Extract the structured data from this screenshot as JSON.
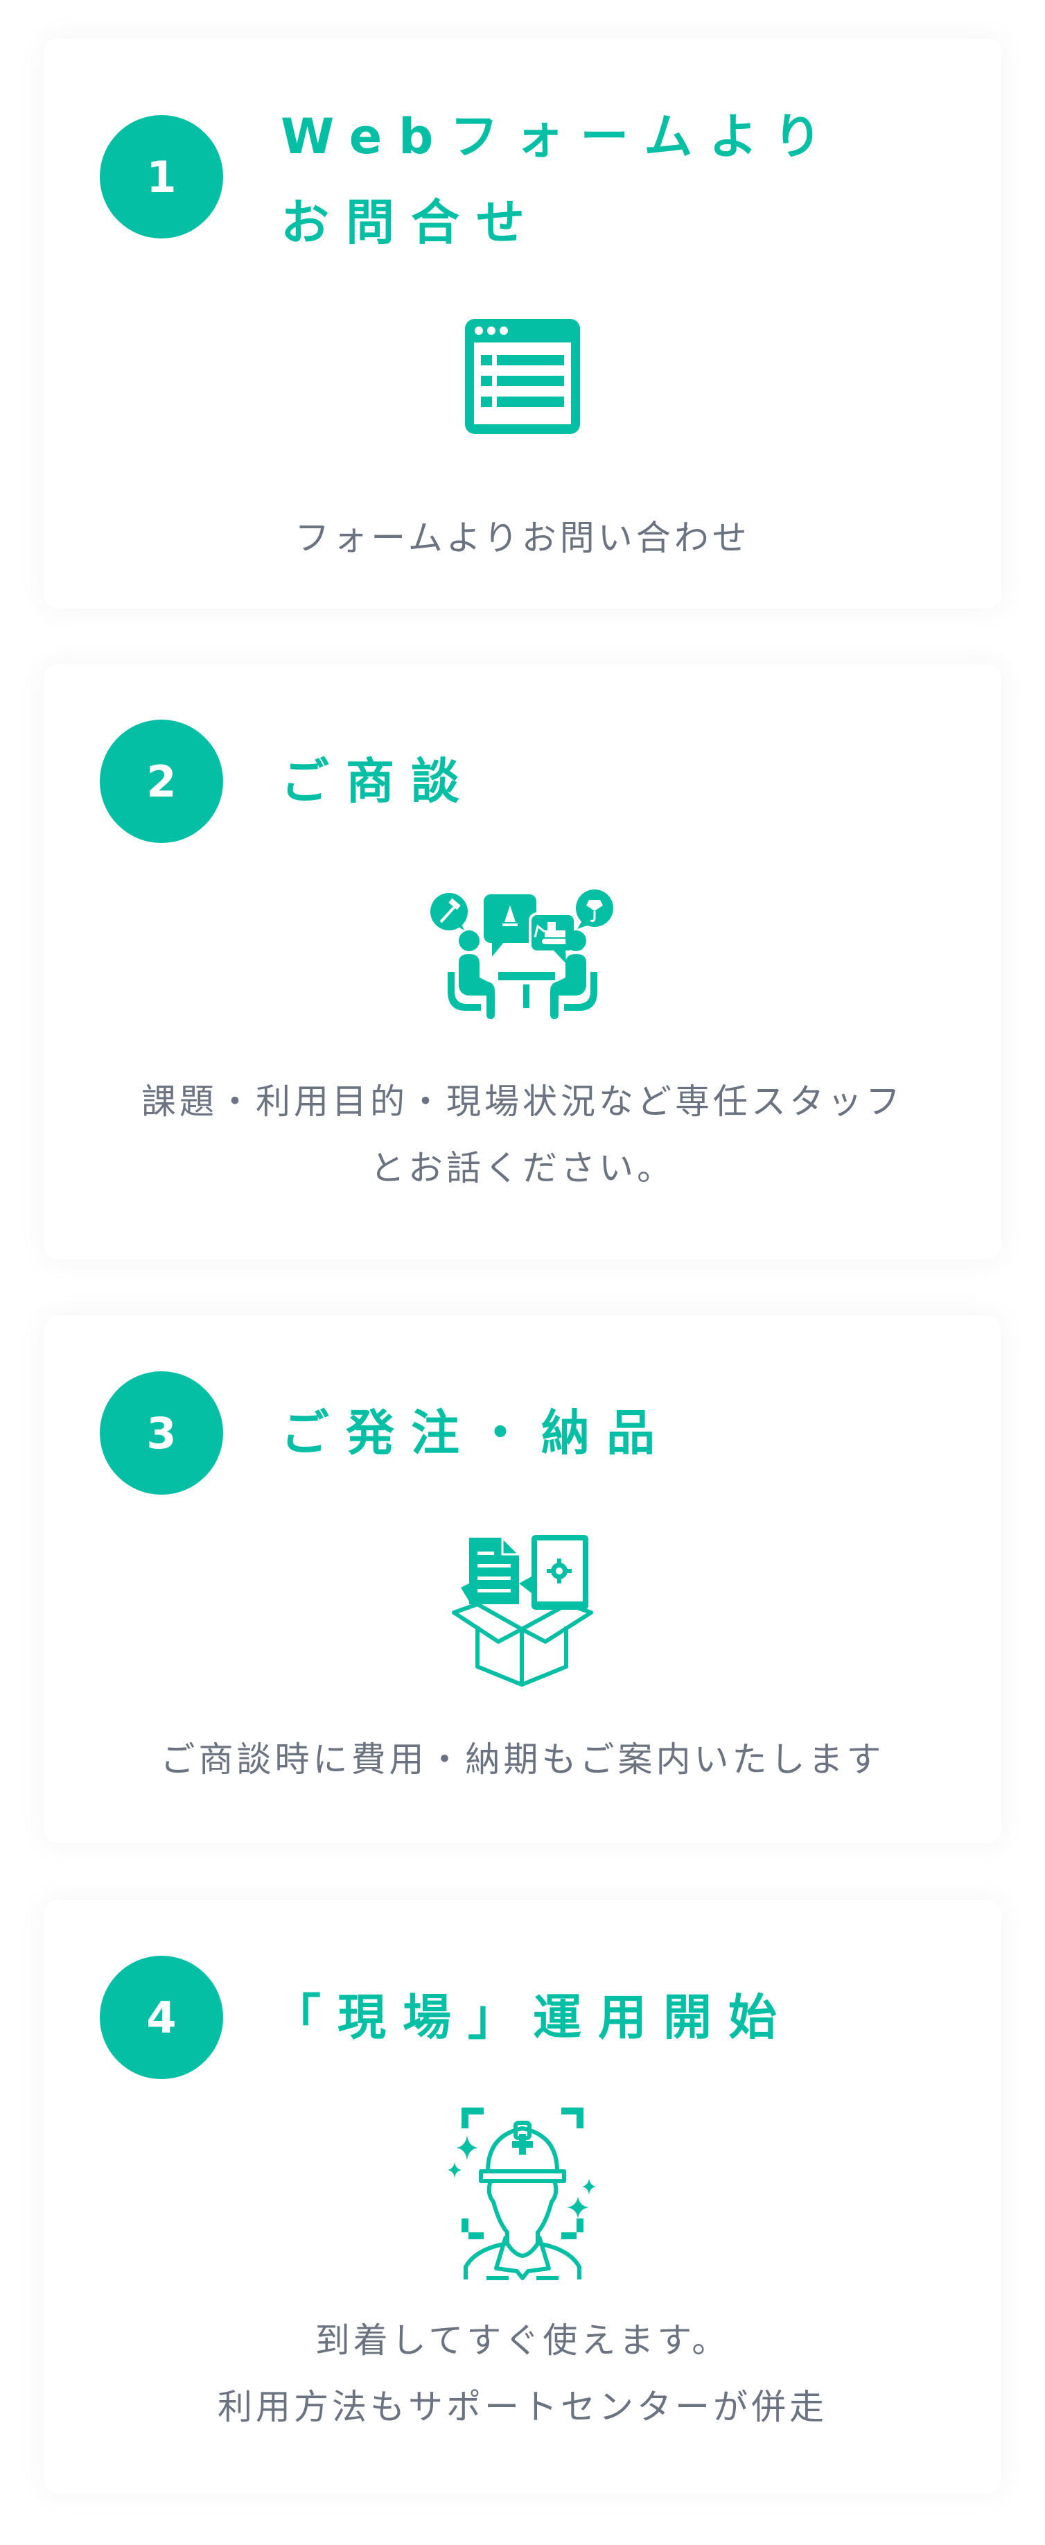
{
  "theme": {
    "accent": "#05bfa5",
    "text_gray": "#6b7280",
    "card_bg": "#ffffff"
  },
  "steps": [
    {
      "number": "1",
      "title": "Webフォームよりお問合せ",
      "icon": "web-form-icon",
      "description_lines": [
        "フォームよりお問い合わせ"
      ]
    },
    {
      "number": "2",
      "title": "ご商談",
      "icon": "meeting-icon",
      "description_lines": [
        "課題・利用目的・現場状況など専任スタッフ",
        "とお話ください。"
      ]
    },
    {
      "number": "3",
      "title": "ご発注・納品",
      "icon": "order-delivery-box-icon",
      "description_lines": [
        "ご商談時に費用・納期もご案内いたします"
      ]
    },
    {
      "number": "4",
      "title": "「現場」運用開始",
      "icon": "construction-worker-icon",
      "description_lines": [
        "到着してすぐ使えます。",
        "利用方法もサポートセンターが併走"
      ]
    }
  ]
}
